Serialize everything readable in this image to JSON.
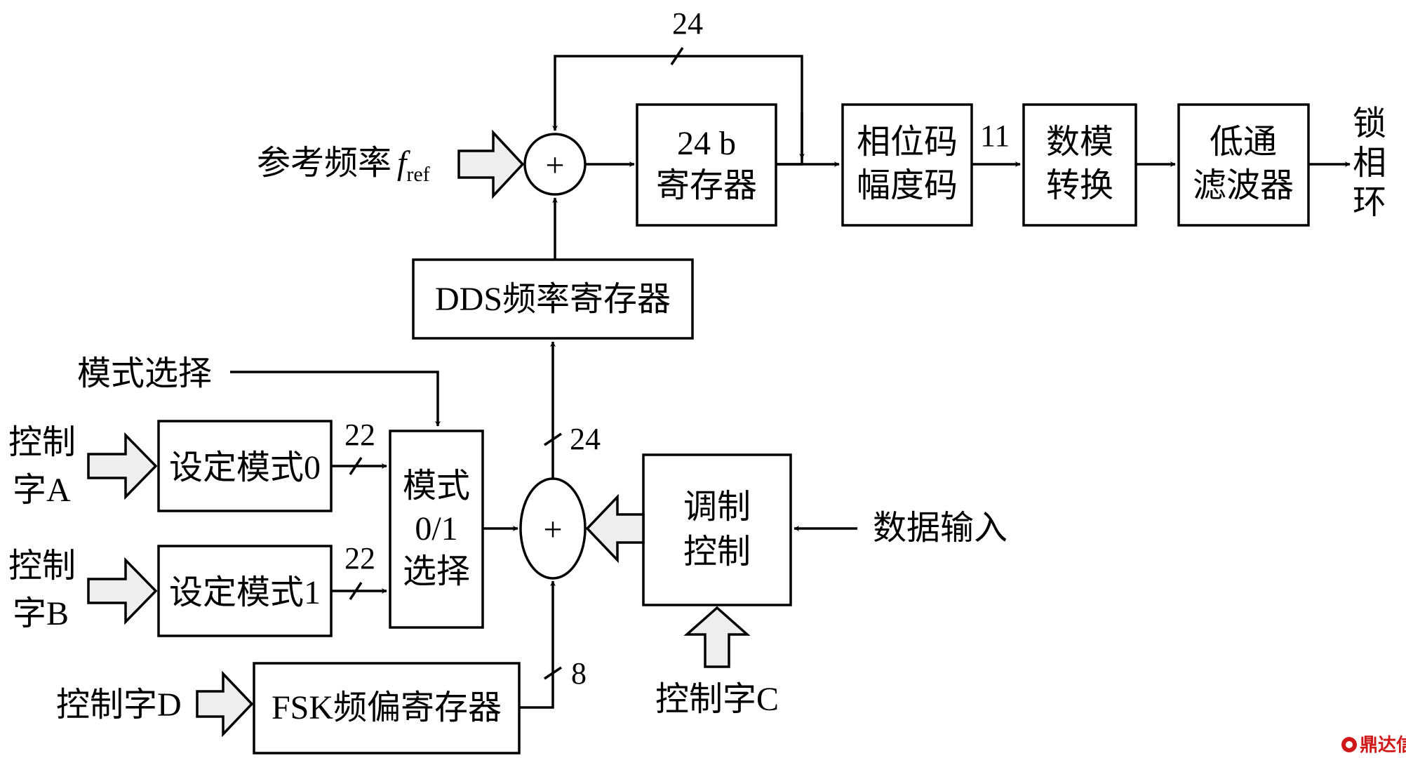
{
  "blocks": {
    "reg24_l1": "24 b",
    "reg24_l2": "寄存器",
    "phase_l1": "相位码",
    "phase_l2": "幅度码",
    "dac_l1": "数模",
    "dac_l2": "转换",
    "lpf_l1": "低通",
    "lpf_l2": "滤波器",
    "dds_reg": "DDS频率寄存器",
    "mode0": "设定模式0",
    "mode1": "设定模式1",
    "mode_sel_l1": "模式",
    "mode_sel_l2": "0/1",
    "mode_sel_l3": "选择",
    "mod_l1": "调制",
    "mod_l2": "控制",
    "fsk_reg": "FSK频偏寄存器",
    "adder_symbol": "+"
  },
  "labels": {
    "ref_freq_prefix": "参考频率",
    "ref_freq_symbol": "f",
    "ref_freq_sub": "ref",
    "pll_1": "锁",
    "pll_2": "相",
    "pll_3": "环",
    "mode_select": "模式选择",
    "ctrl_a_1": "控制",
    "ctrl_a_2": "字A",
    "ctrl_b_1": "控制",
    "ctrl_b_2": "字B",
    "ctrl_d": "控制字D",
    "ctrl_c": "控制字C",
    "data_in": "数据输入"
  },
  "bus_widths": {
    "feedback": "24",
    "phase_out": "11",
    "mode0_out": "22",
    "mode1_out": "22",
    "sum_out": "24",
    "fsk_out": "8"
  },
  "watermark": "鼎达信"
}
